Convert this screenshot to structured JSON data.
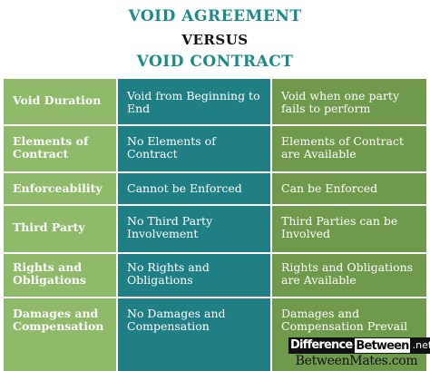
{
  "header": {
    "line1": "VOID AGREEMENT",
    "line2": "VERSUS",
    "line3": "VOID CONTRACT"
  },
  "colors": {
    "title_teal": "#1a8a8c",
    "col1_green": "#8fba6a",
    "col2_teal": "#1f7f84",
    "col3_green": "#6f9a4c"
  },
  "rows": [
    {
      "label": "Void Duration",
      "agreement": "Void from Beginning to End",
      "contract": "Void when one party fails to perform"
    },
    {
      "label": "Elements of Contract",
      "agreement": "No Elements of Contract",
      "contract": "Elements of Contract are Available"
    },
    {
      "label": "Enforceability",
      "agreement": "Cannot be Enforced",
      "contract": "Can be Enforced"
    },
    {
      "label": "Third Party",
      "agreement": "No Third Party Involvement",
      "contract": "Third Parties can be Involved"
    },
    {
      "label": "Rights and Obligations",
      "agreement": "No Rights and Obligations",
      "contract": "Rights and Obligations are Available"
    },
    {
      "label": "Damages and Compensation",
      "agreement": "No Damages and Compensation",
      "contract": "Damages and Compensation Prevail"
    }
  ],
  "watermark": {
    "part1": "Difference",
    "part2": "Between",
    "part3": ".net",
    "line2": "BetweenMates.com"
  }
}
